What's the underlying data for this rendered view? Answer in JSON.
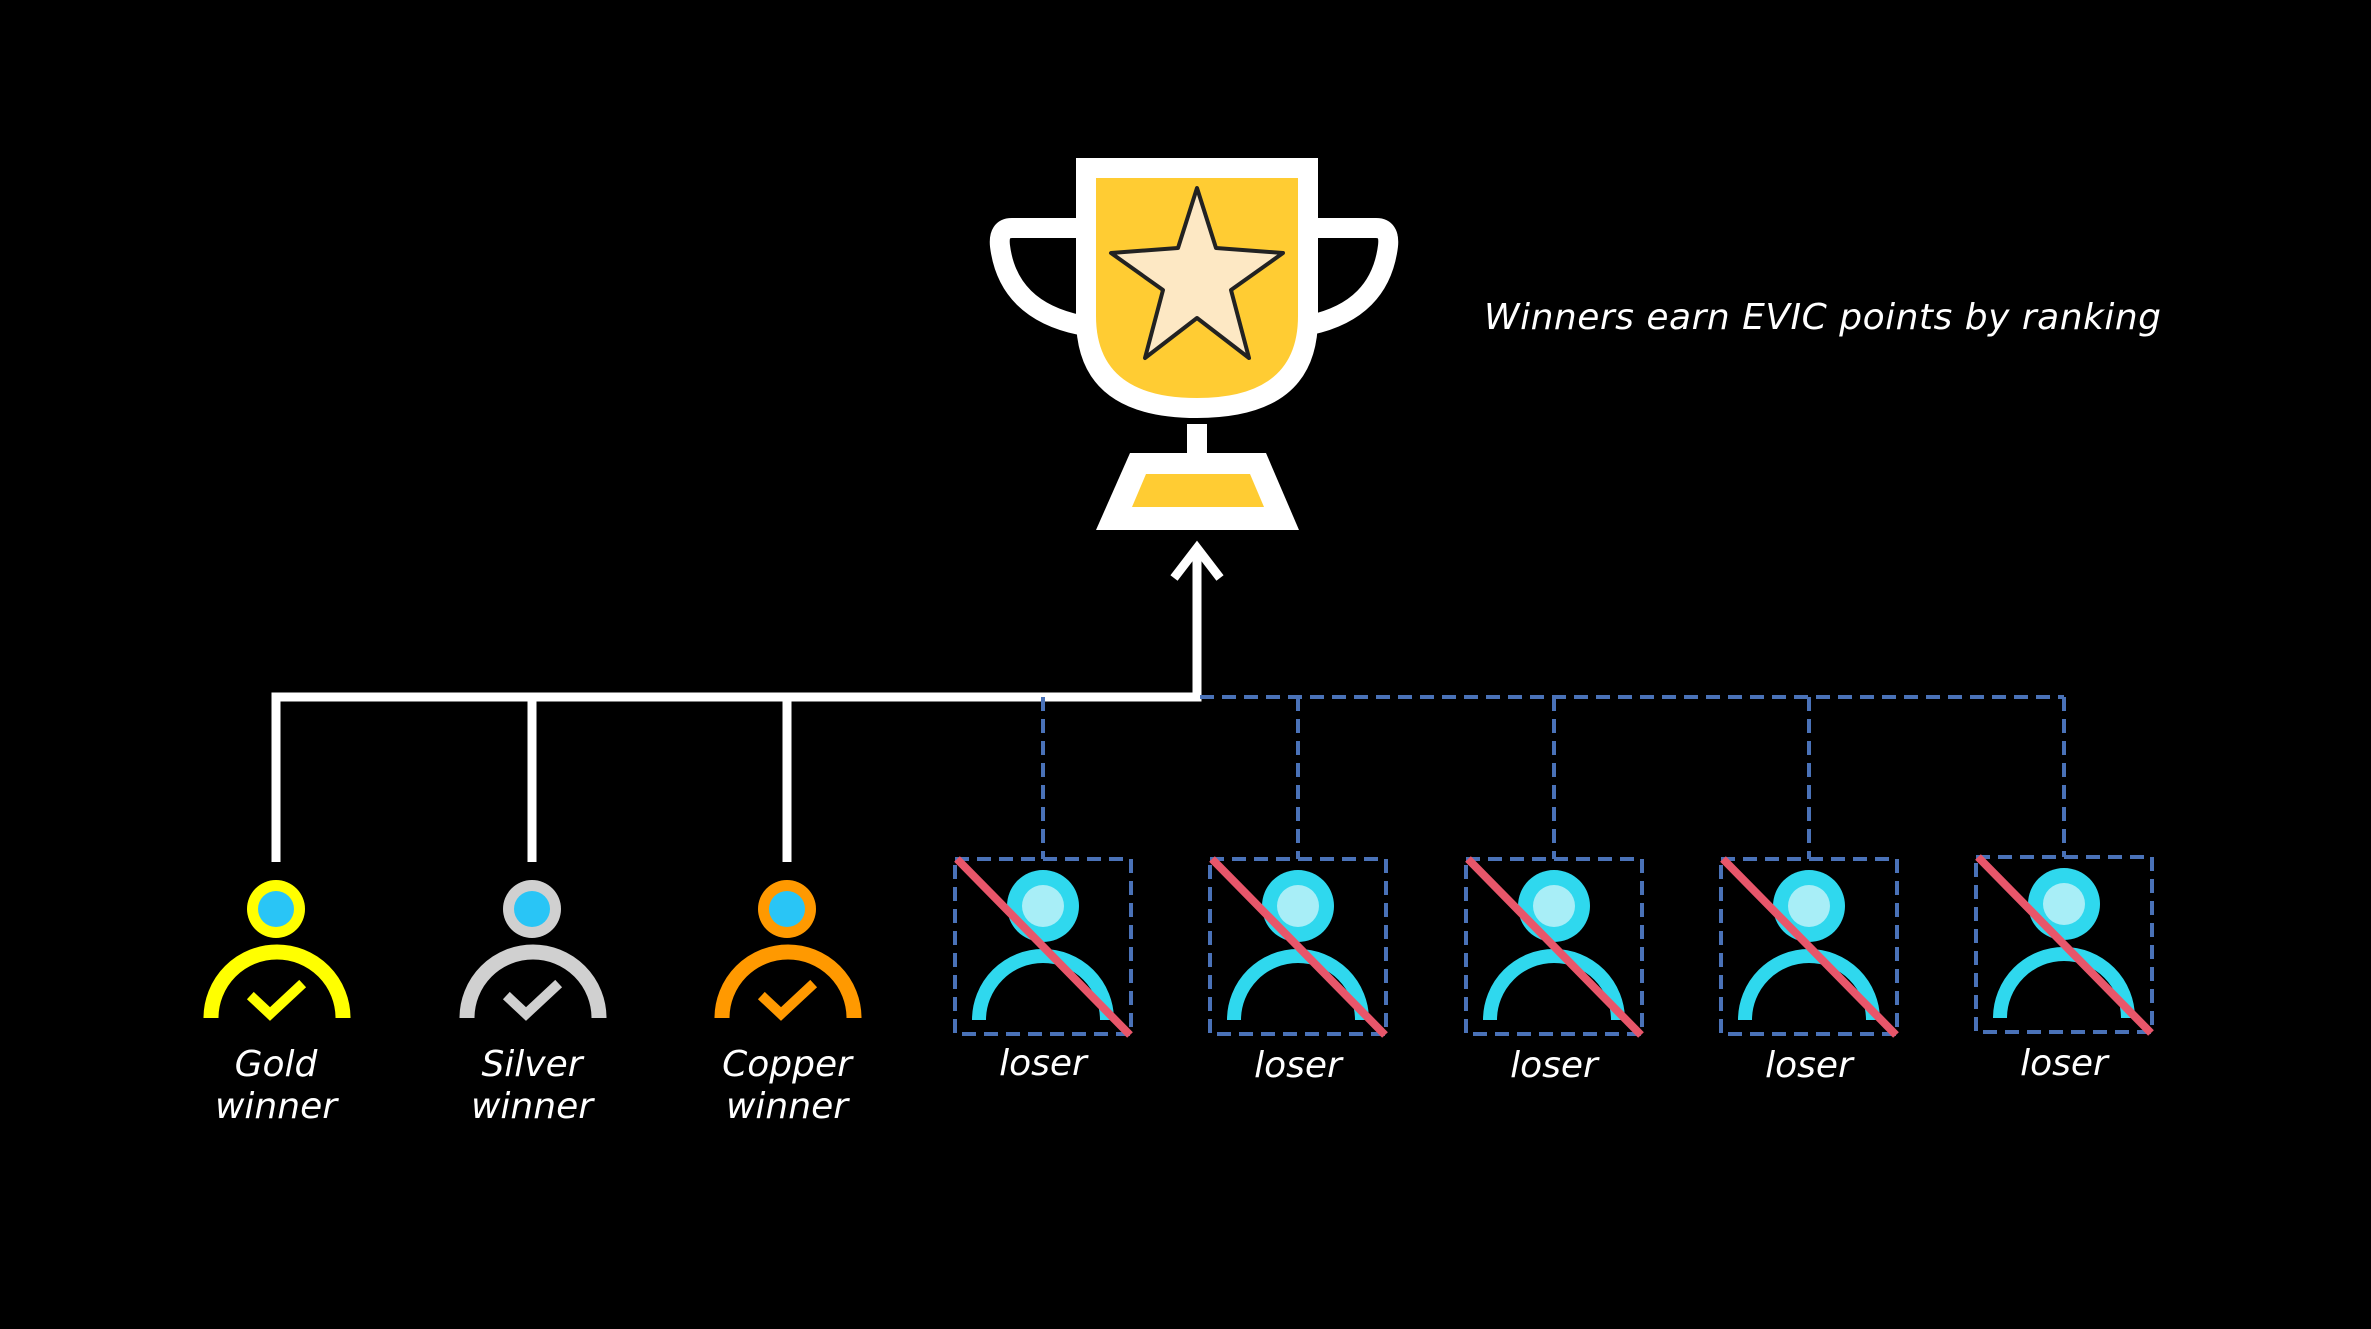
{
  "caption": "Winners earn EVIC points by ranking",
  "winners": [
    {
      "line1": "Gold",
      "line2": "winner",
      "color": "#ffff00",
      "head_fill": "#29c5f6"
    },
    {
      "line1": "Silver",
      "line2": "winner",
      "color": "#d0d0d0",
      "head_fill": "#29c5f6"
    },
    {
      "line1": "Copper",
      "line2": "winner",
      "color": "#ff9900",
      "head_fill": "#29c5f6"
    }
  ],
  "losers": [
    {
      "label": "loser"
    },
    {
      "label": "loser"
    },
    {
      "label": "loser"
    },
    {
      "label": "loser"
    },
    {
      "label": "loser"
    }
  ],
  "icons": {
    "trophy": "trophy-icon",
    "star": "star-icon",
    "winner_person": "person-check-icon",
    "loser_person": "person-crossed-icon",
    "arrow": "arrow-up-icon"
  },
  "colors": {
    "background": "#000000",
    "trophy_gold": "#ffcc33",
    "trophy_outline": "#ffffff",
    "star_fill": "#fde8c4",
    "winner_line": "#ffffff",
    "loser_dashed": "#4a72b8",
    "loser_person": "#2fd8ee",
    "loser_head_inner": "#a8eef7",
    "cross_line": "#e8566a"
  }
}
